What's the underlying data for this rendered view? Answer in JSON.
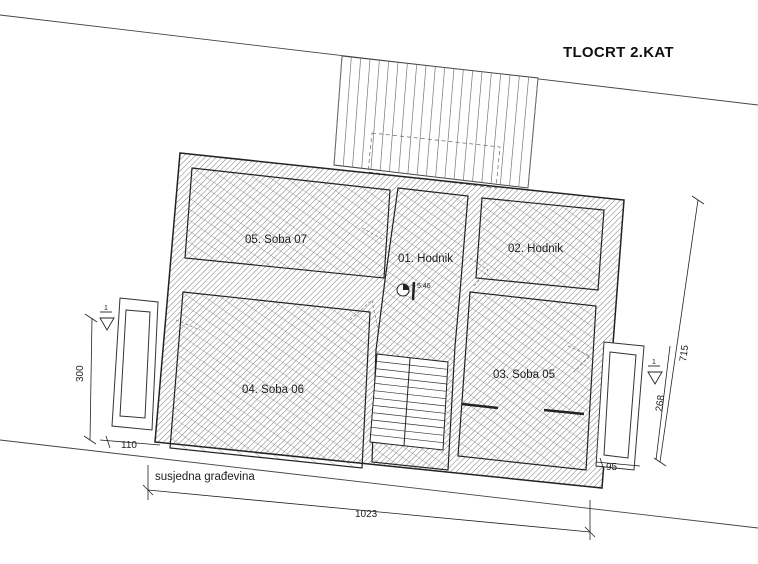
{
  "title": "TLOCRT 2.KAT",
  "rooms": [
    {
      "id": "soba07",
      "label": "05. Soba 07"
    },
    {
      "id": "hodnik01",
      "label": "01. Hodnik"
    },
    {
      "id": "hodnik02",
      "label": "02. Hodnik"
    },
    {
      "id": "soba06",
      "label": "04. Soba 06"
    },
    {
      "id": "soba05",
      "label": "03. Soba 05"
    }
  ],
  "level_marker": "+ 5.46",
  "neighbor_label": "susjedna građevina",
  "dimensions": {
    "total_width": "1023",
    "left_height": "300",
    "left_offset": "110",
    "right_total": "715",
    "right_height": "268",
    "right_offset": "95"
  },
  "section_markers": {
    "left": "1",
    "right": "1"
  },
  "colors": {
    "line": "#222222",
    "hatch": "#555555",
    "thin": "#666666"
  }
}
